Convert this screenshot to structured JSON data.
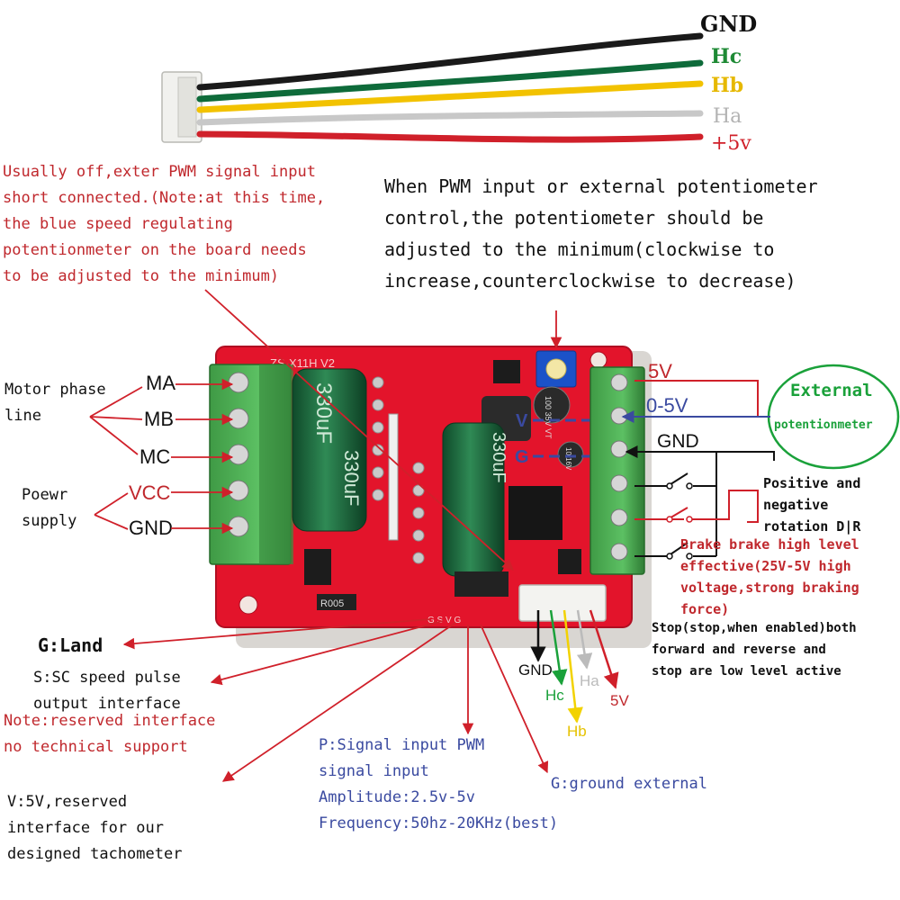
{
  "wire_labels": {
    "gnd": "GND",
    "hc": "Hc",
    "hb": "Hb",
    "ha": "Ha",
    "plus5v": "+5v"
  },
  "notes": {
    "pwm_shorted": [
      "Usually off,exter PWM signal input",
      "short connected.(Note:at this time,",
      "the blue speed regulating",
      "potentionmeter on the board needs",
      "to be adjusted to the minimum)"
    ],
    "pot_minimum": [
      "When PWM input or external potentiometer",
      "control,the potentiometer should be",
      "adjusted to the minimum(clockwise to",
      "increase,counterclockwise to decrease)"
    ]
  },
  "left_labels": {
    "motor_phase": [
      "Motor phase",
      "line"
    ],
    "power_supply": [
      "Poewr",
      "supply"
    ],
    "ma": "MA",
    "mb": "MB",
    "mc": "MC",
    "vcc": "VCC",
    "gnd": "GND"
  },
  "right_labels": {
    "v5": "5V",
    "v0_5": "0-5V",
    "gnd": "GND",
    "external": "External",
    "potentiometer": "potentionmeter",
    "rotation": [
      "Positive and",
      "negative",
      "rotation D|R"
    ],
    "brake": [
      "Brake brake high level",
      "effective(25V-5V high",
      "voltage,strong braking",
      "force)"
    ],
    "stop": [
      "Stop(stop,when enabled)both",
      "forward and reverse and",
      "stop are low level active"
    ]
  },
  "board": {
    "model": "ZS-X11H V2",
    "cap1": "330uF",
    "cap2": "330uF",
    "cap_small1": "100 35V VT",
    "cap_small2": "10 16V",
    "resistor": "R005",
    "pin_v": "V",
    "pin_g": "G",
    "header_pins": "G S V G"
  },
  "bottom_labels": {
    "g_land": "G:Land",
    "s_sc": [
      "S:SC speed pulse",
      "output interface"
    ],
    "note_reserved": [
      "Note:reserved interface",
      "no technical support"
    ],
    "v5_reserved": [
      "V:5V,reserved",
      "interface for our",
      "designed tachometer"
    ],
    "p_signal": [
      "P:Signal input PWM",
      "signal input",
      "Amplitude:2.5v-5v",
      "Frequency:50hz-20KHz(best)"
    ],
    "g_ground": "G:ground external",
    "hall_gnd": "GND",
    "hall_hc": "Hc",
    "hall_ha": "Ha",
    "hall_hb": "Hb",
    "hall_5v": "5V"
  },
  "colors": {
    "note_red": "#c0282d",
    "blue_text": "#3a4aa0",
    "wire_black": "#1a1a1a",
    "wire_green": "#0e6b3a",
    "wire_yellow": "#f2c200",
    "wire_grey": "#c8c8c8",
    "wire_red": "#d0202a",
    "board_red": "#e3142b",
    "terminal_green": "#4caf50",
    "external_green": "#1aa13a"
  }
}
